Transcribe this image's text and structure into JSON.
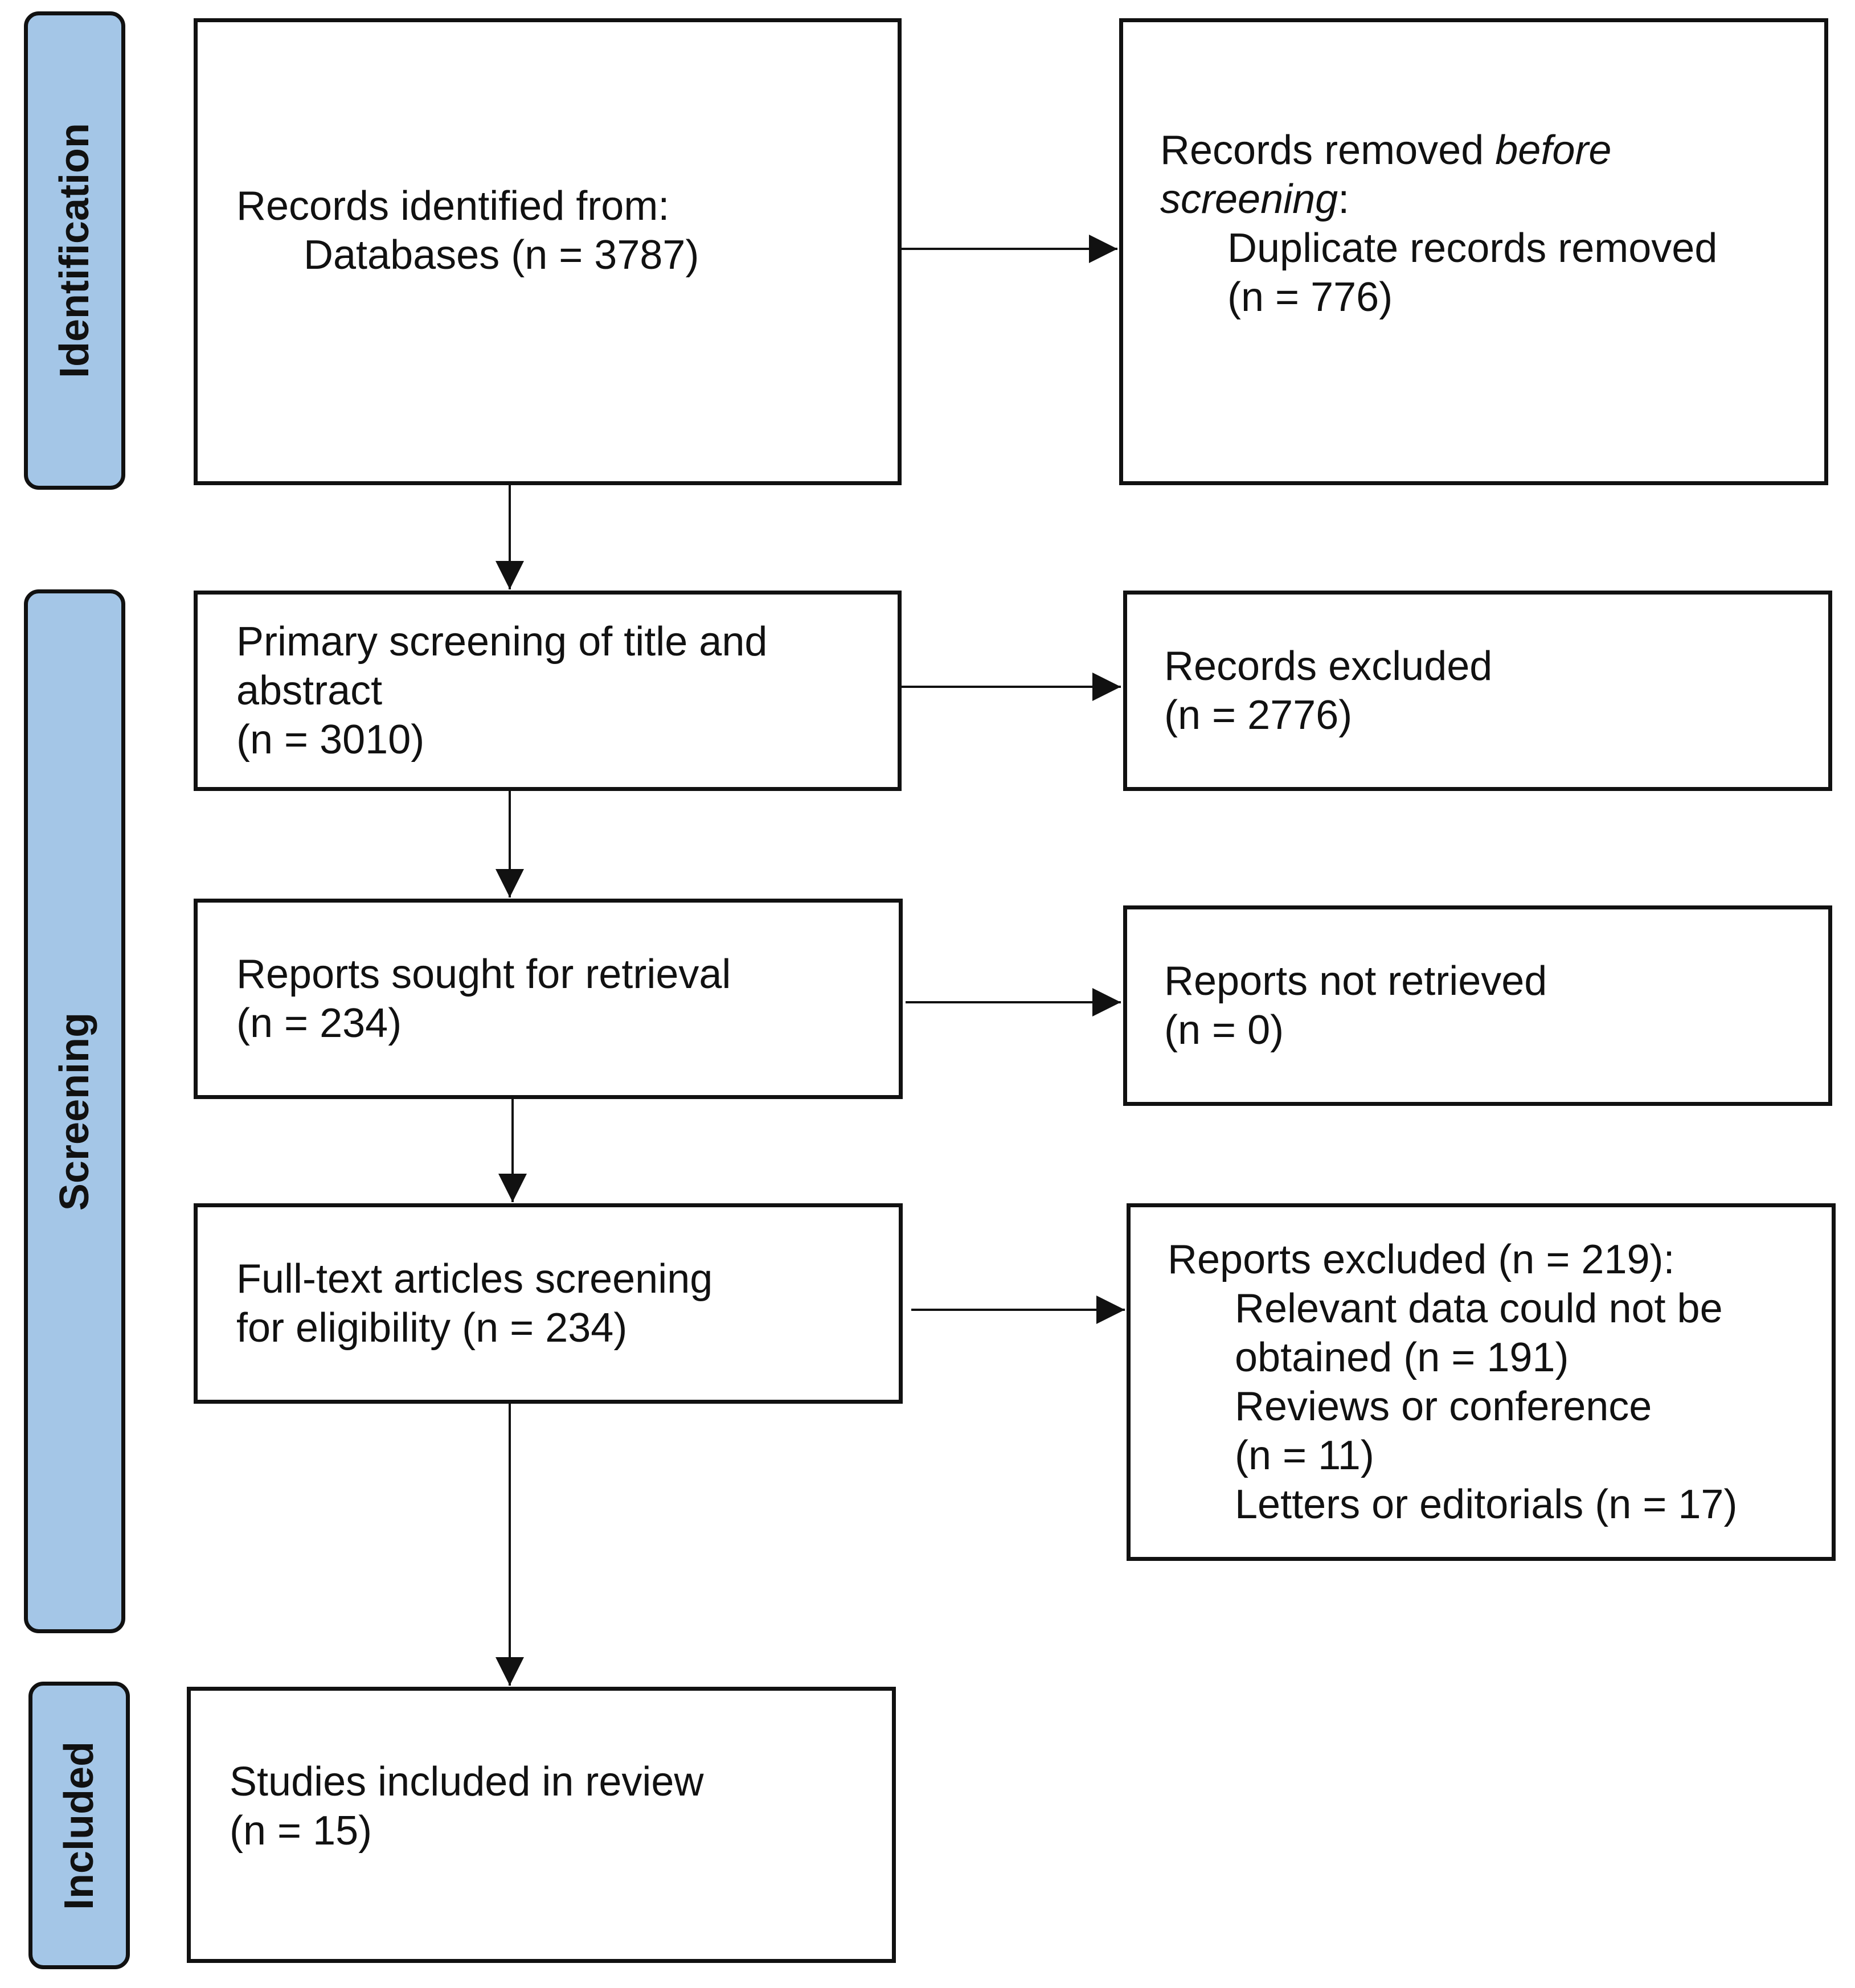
{
  "phases": {
    "identification": "Identification",
    "screening": "Screening",
    "included": "Included"
  },
  "boxes": {
    "identified": {
      "line1": "Records identified from:",
      "line2": "Databases (n = 3787)"
    },
    "removed": {
      "line1_a": "Records removed ",
      "line1_b": "before",
      "line2_a": "screening",
      "line2_b": ":",
      "line3": "Duplicate records removed",
      "line4": "(n = 776)"
    },
    "primary": {
      "line1": "Primary screening of title and",
      "line2": "abstract",
      "line3": "(n = 3010)"
    },
    "excluded": {
      "line1": "Records excluded",
      "line2": "(n = 2776)"
    },
    "sought": {
      "line1": "Reports sought for retrieval",
      "line2": "(n = 234)"
    },
    "not_retrieved": {
      "line1": "Reports not retrieved",
      "line2": "(n = 0)"
    },
    "fulltext": {
      "line1": "Full-text articles screening",
      "line2": "for eligibility (n = 234)"
    },
    "reports_excluded": {
      "line1": "Reports excluded (n = 219):",
      "line2": "Relevant data could not be",
      "line3": "obtained (n = 191)",
      "line4": "Reviews or conference",
      "line5": "(n = 11)",
      "line6": "Letters or editorials (n = 17)"
    },
    "included": {
      "line1": "Studies included in review",
      "line2": "(n = 15)"
    }
  }
}
